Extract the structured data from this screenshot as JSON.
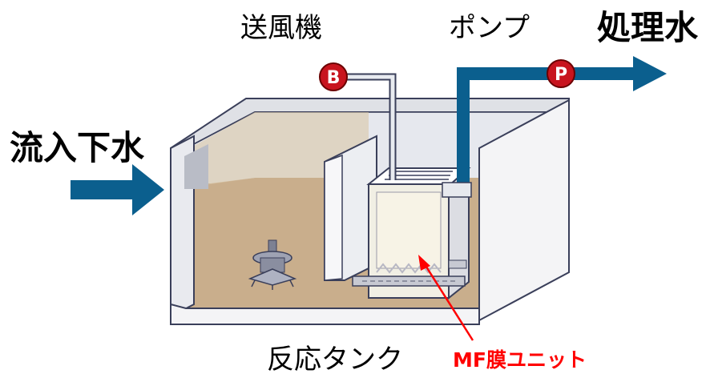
{
  "labels": {
    "blower": "送風機",
    "pump": "ポンプ",
    "treated_water": "処理水",
    "inflow_sewage": "流入下水",
    "reaction_tank": "反応タンク",
    "mf_membrane_unit": "MF膜ユニット"
  },
  "badges": {
    "blower": "B",
    "pump": "P"
  },
  "colors": {
    "flow_arrow": "#0b5f8e",
    "badge_fill": "#c8141e",
    "annotation": "#ff0000",
    "water": "#c9ae8c",
    "tank_wall": "#f4f4f6"
  }
}
